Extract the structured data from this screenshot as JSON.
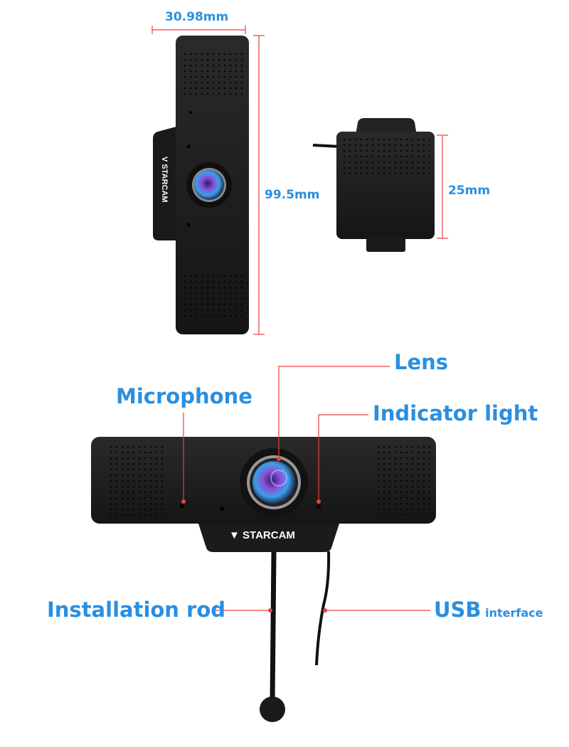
{
  "colors": {
    "label": "#2a8fe0",
    "leader": "#e8403c",
    "body": "#1c1c1e"
  },
  "brand_logo": "STARCAM",
  "dimensions": {
    "width": "30.98mm",
    "height": "99.5mm",
    "depth": "25mm"
  },
  "callouts": {
    "lens": "Lens",
    "microphone": "Microphone",
    "indicator": "Indicator light",
    "rod": "Installation rod",
    "usb": "USB",
    "usb_suffix": "interface"
  }
}
